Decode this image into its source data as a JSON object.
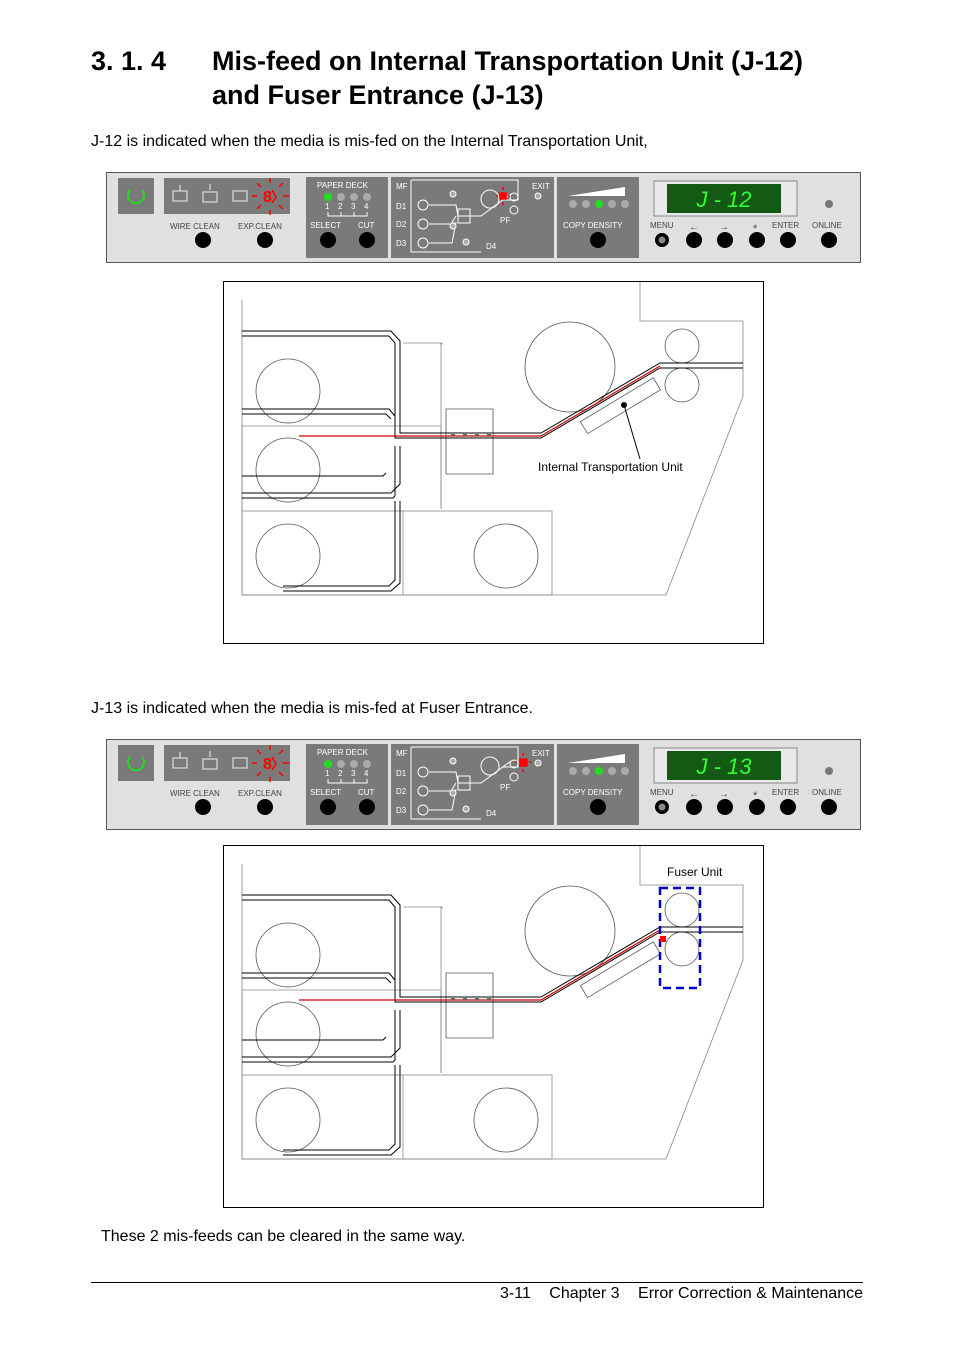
{
  "heading": {
    "number": "3. 1. 4",
    "line1": "Mis-feed on Internal Transportation Unit (J-12)",
    "line2": "and Fuser Entrance (J-13)"
  },
  "paragraphs": {
    "j12": "J-12 is indicated when the media is mis-fed on the Internal Transportation Unit,",
    "j13": "J-13 is indicated when the media is mis-fed at Fuser Entrance.",
    "closing": "These 2 mis-feeds can be cleared in the same way."
  },
  "panel": {
    "wire_clean": "WIRE CLEAN",
    "exp_clean": "EXP.CLEAN",
    "paper_deck": "PAPER DECK",
    "deck_numbers": [
      "1",
      "2",
      "3",
      "4"
    ],
    "select": "SELECT",
    "cut": "CUT",
    "mf": "MF",
    "d1": "D1",
    "d2": "D2",
    "d3": "D3",
    "d4": "D4",
    "pf": "PF",
    "exit": "EXIT",
    "copy_density": "COPY DENSITY",
    "menu": "MENU",
    "left_arrow": "←",
    "right_arrow": "→",
    "star": "*",
    "enter": "ENTER",
    "online": "ONLINE"
  },
  "panels": [
    {
      "display": "J - 12"
    },
    {
      "display": "J - 13"
    }
  ],
  "diagrams": [
    {
      "label": "Internal Transportation Unit"
    },
    {
      "label": "Fuser Unit"
    }
  ],
  "footer": {
    "page": "3-11",
    "chapter": "Chapter 3",
    "title": "Error Correction & Maintenance"
  },
  "colors": {
    "panel_bg": "#e0e0e0",
    "dark_block": "#7a7a7a",
    "led_green": "#22dd22",
    "lcd_bg": "#145a14",
    "lcd_text": "#33ff33",
    "jam_red": "#ff0000",
    "fuser_box": "#0000cc"
  }
}
